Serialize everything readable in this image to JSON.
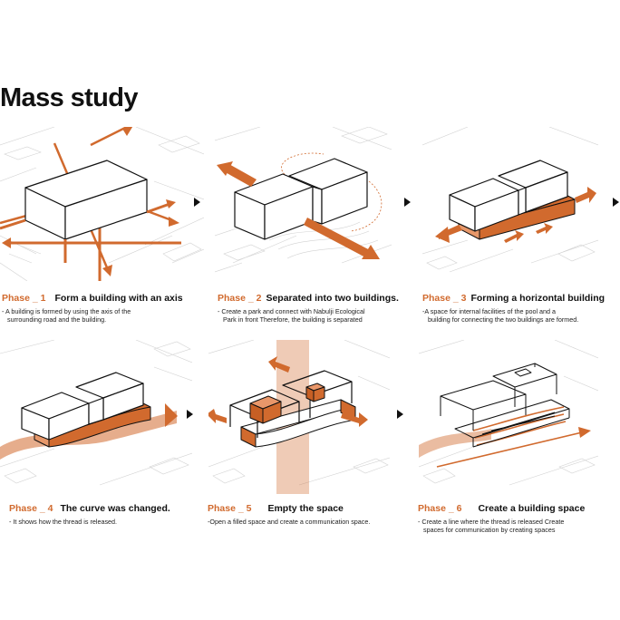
{
  "title": "Mass study",
  "colors": {
    "accent": "#d16a2e",
    "text": "#111111",
    "context": "#cfcfcf"
  },
  "phases": [
    {
      "phase": "Phase _ 1",
      "title": "Form a building with an axis",
      "description": [
        "- A building is formed by using the axis of the",
        "surrounding road and the building."
      ]
    },
    {
      "phase": "Phase _ 2",
      "title": "Separated into two buildings.",
      "description": [
        "- Create a park and connect with Nabulji Ecological",
        "Park in front Therefore, the building is separated"
      ]
    },
    {
      "phase": "Phase _ 3",
      "title": "Forming a horizontal building",
      "description": [
        "-A space for internal facilities of the pool and a",
        "building for connecting the two buildings are formed."
      ]
    },
    {
      "phase": "Phase _ 4",
      "title": "The curve was changed.",
      "description": [
        "- It shows how the thread is released."
      ]
    },
    {
      "phase": "Phase _ 5",
      "title": "Empty the space",
      "description": [
        "-Open a filled space and create a communication space."
      ]
    },
    {
      "phase": "Phase _ 6",
      "title": "Create a building space",
      "description": [
        "- Create a line where the thread is released Create",
        "spaces for communication by creating spaces"
      ]
    }
  ]
}
